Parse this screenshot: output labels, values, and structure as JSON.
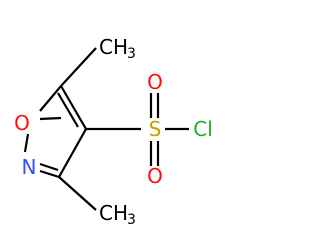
{
  "molecule": {
    "atoms": {
      "oxygen_ring": {
        "label": "O",
        "color": "#ff0d0d"
      },
      "nitrogen_ring": {
        "label": "N",
        "color": "#3050f8"
      },
      "sulfur": {
        "label": "S",
        "color": "#c8a000"
      },
      "chlorine": {
        "label": "Cl",
        "color": "#1fb01f"
      },
      "sulfonyl_o_top": {
        "label": "O",
        "color": "#ff0d0d"
      },
      "sulfonyl_o_bottom": {
        "label": "O",
        "color": "#ff0d0d"
      },
      "methyl_top": {
        "label": "CH",
        "subscript": "3",
        "color": "#000000"
      },
      "methyl_bottom": {
        "label": "CH",
        "subscript": "3",
        "color": "#000000"
      }
    }
  }
}
